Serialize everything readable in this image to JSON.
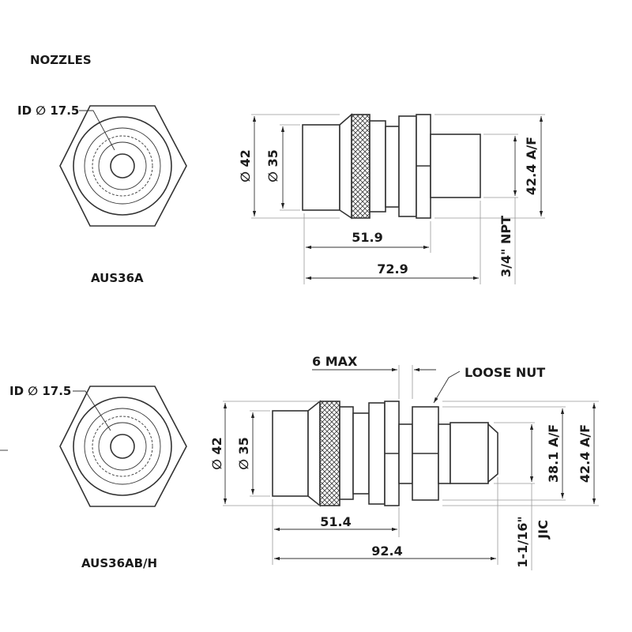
{
  "title": "NOZZLES",
  "models": [
    {
      "name": "AUS36A",
      "id_label": "ID ∅ 17.5",
      "dia_outer": "∅ 42",
      "dia_inner": "∅ 35",
      "len_body": "51.9",
      "len_total": "72.9",
      "hex_af": "42.4 A/F",
      "thread": "3/4\" NPT"
    },
    {
      "name": "AUS36AB/H",
      "id_label": "ID ∅ 17.5",
      "dia_outer": "∅ 42",
      "dia_inner": "∅ 35",
      "gap": "6 MAX",
      "loose_nut": "LOOSE NUT",
      "len_body": "51.4",
      "len_total": "92.4",
      "nut_af": "38.1 A/F",
      "hex_af": "42.4 A/F",
      "thread_line1": "1-1/16\"",
      "thread_line2": "JIC"
    }
  ]
}
